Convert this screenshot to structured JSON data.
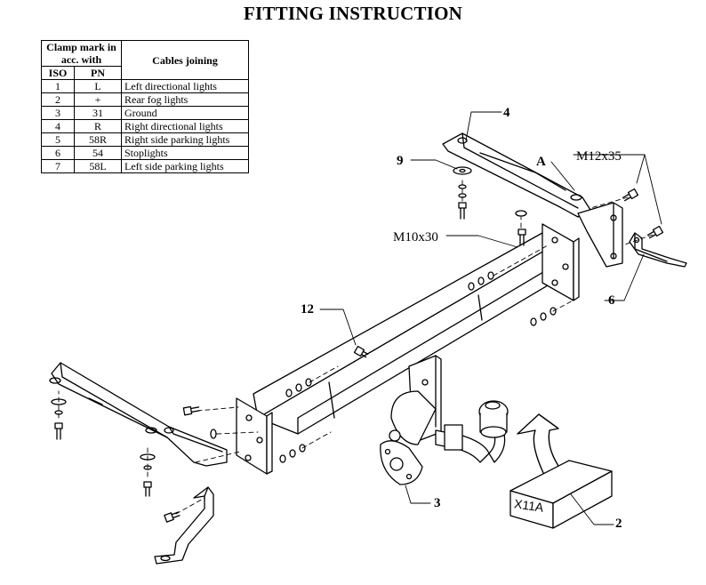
{
  "title": "FITTING INSTRUCTION",
  "table": {
    "header_clamp": "Clamp mark in acc. with",
    "header_cables": "Cables joining",
    "header_iso": "ISO",
    "header_pn": "PN",
    "rows": [
      {
        "iso": "1",
        "pn": "L",
        "cable": "Left directional lights"
      },
      {
        "iso": "2",
        "pn": "+",
        "cable": "Rear fog lights"
      },
      {
        "iso": "3",
        "pn": "31",
        "cable": "Ground"
      },
      {
        "iso": "4",
        "pn": "R",
        "cable": "Right directional lights"
      },
      {
        "iso": "5",
        "pn": "58R",
        "cable": "Right side parking lights"
      },
      {
        "iso": "6",
        "pn": "54",
        "cable": "Stoplights"
      },
      {
        "iso": "7",
        "pn": "58L",
        "cable": "Left side parking lights"
      }
    ]
  },
  "labels": {
    "part_4": "4",
    "part_9": "9",
    "part_a": "A",
    "bolt_m12": "M12x35",
    "bolt_m10": "M10x30",
    "part_6": "6",
    "part_12": "12",
    "part_3": "3",
    "part_2": "2",
    "box_mark": "X11A"
  }
}
